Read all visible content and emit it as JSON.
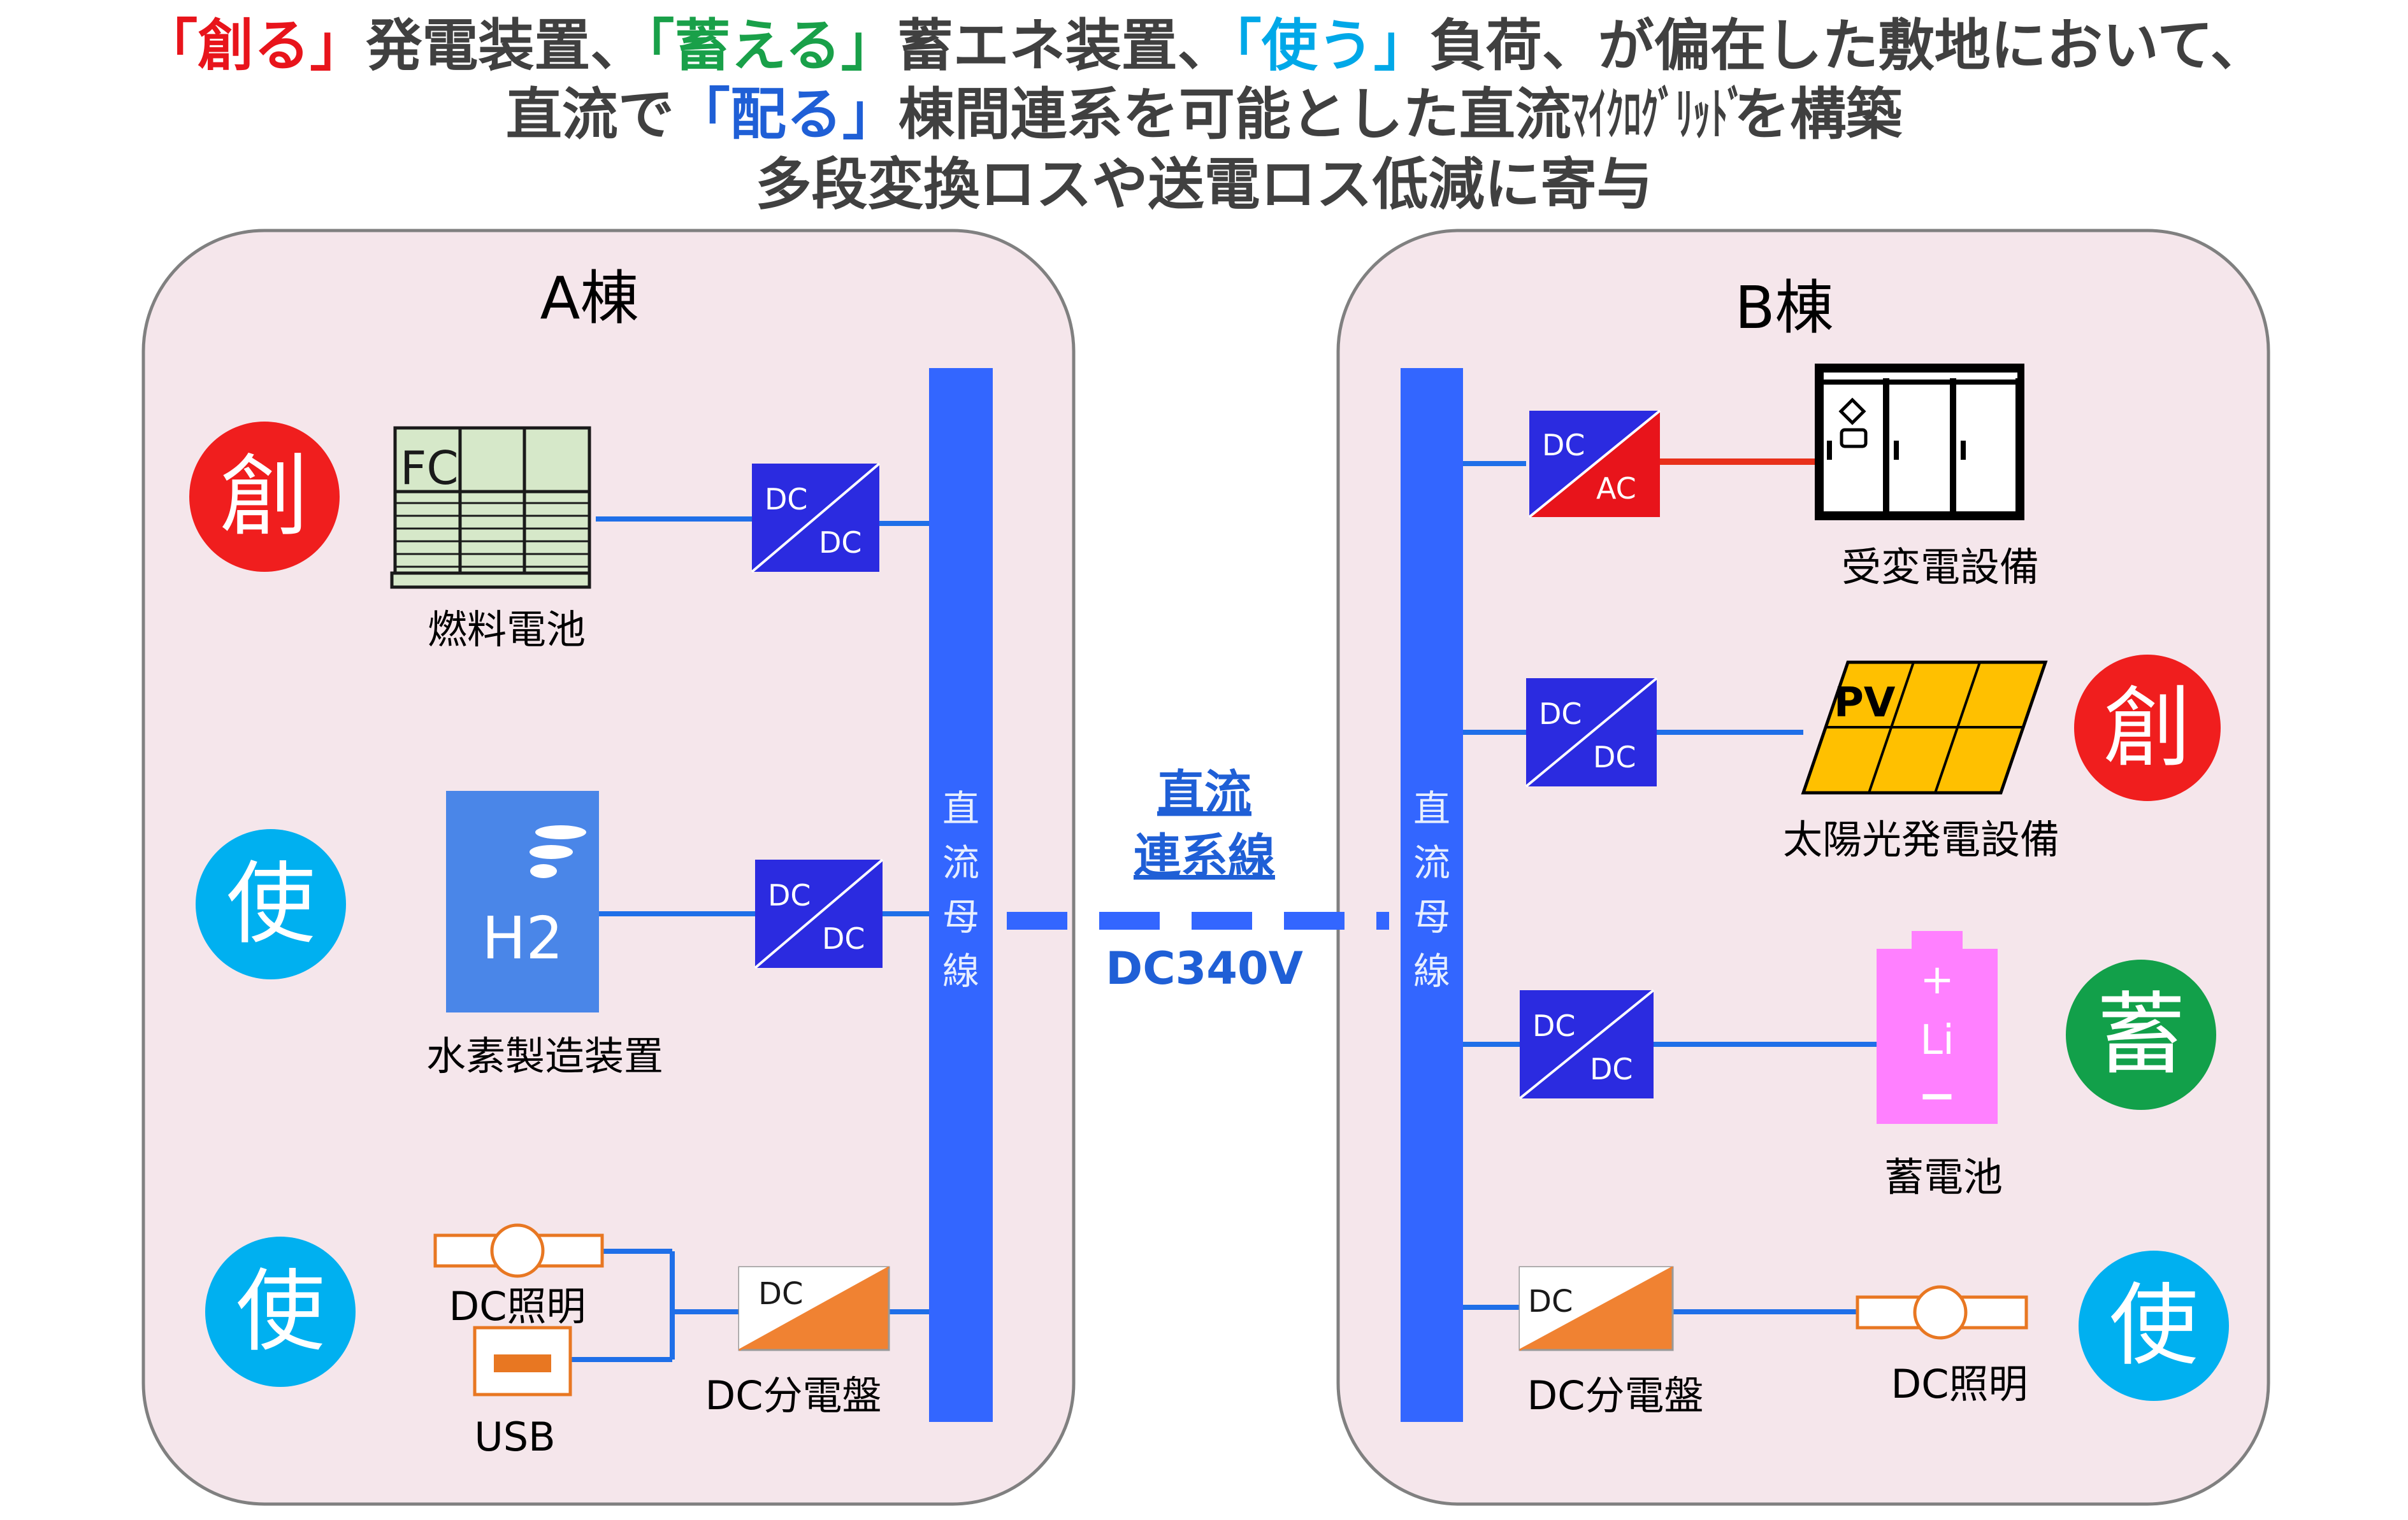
{
  "headline": {
    "line1": [
      {
        "text": "「創る」",
        "color": "red"
      },
      {
        "text": "発電装置、",
        "color": "gray"
      },
      {
        "text": "「蓄える」",
        "color": "green"
      },
      {
        "text": "蓄エネ装置、",
        "color": "gray"
      },
      {
        "text": "「使う」",
        "color": "cyan"
      },
      {
        "text": "負荷、が偏在した敷地において、",
        "color": "gray"
      }
    ],
    "line2_a": "直流で",
    "line2_b": "「配る」",
    "line2_c": "棟間連系を可能とした直流",
    "line2_d": "ﾏｲｸﾛｸﾞﾘｯﾄﾞ",
    "line2_e": "を構築",
    "line3": "多段変換ロスや送電ロス低減に寄与"
  },
  "building_a": {
    "title": "A棟",
    "bus_label": [
      "直",
      "流",
      "母",
      "線"
    ],
    "fuel_cell": {
      "icon_text": "FC",
      "label": "燃料電池",
      "role": "創"
    },
    "h2": {
      "icon_text": "H2",
      "label": "水素製造装置",
      "role": "使"
    },
    "loads": {
      "light_label": "DC照明",
      "usb_label": "USB",
      "role": "使"
    },
    "panel": {
      "icon_text": "DC",
      "label": "DC分電盤"
    }
  },
  "building_b": {
    "title": "B棟",
    "bus_label": [
      "直",
      "流",
      "母",
      "線"
    ],
    "substation": {
      "label": "受変電設備"
    },
    "pv": {
      "icon_text": "PV",
      "label": "太陽光発電設備",
      "role": "創"
    },
    "battery": {
      "plus": "+",
      "chem": "Li",
      "minus": "−",
      "label": "蓄電池",
      "role": "蓄"
    },
    "panel": {
      "icon_text": "DC",
      "label": "DC分電盤"
    },
    "light": {
      "label": "DC照明",
      "role": "使"
    }
  },
  "converters": {
    "dc": "DC",
    "ac": "AC"
  },
  "link": {
    "line1": "直流",
    "line2": "連系線",
    "voltage": "DC340V"
  },
  "colors": {
    "building_bg": "#F5E6EB",
    "bus": "#3366FF",
    "converter_dcdc": "#2B2BE0",
    "converter_ac": "#E8141B",
    "panel": "#F08232",
    "fc": "#D6E8C9",
    "pv": "#FFC000",
    "battery": "#FF80FF",
    "h2": "#4A86E8",
    "role_create": "#F01E1E",
    "role_use": "#00B0F0",
    "role_store": "#12A04A"
  }
}
